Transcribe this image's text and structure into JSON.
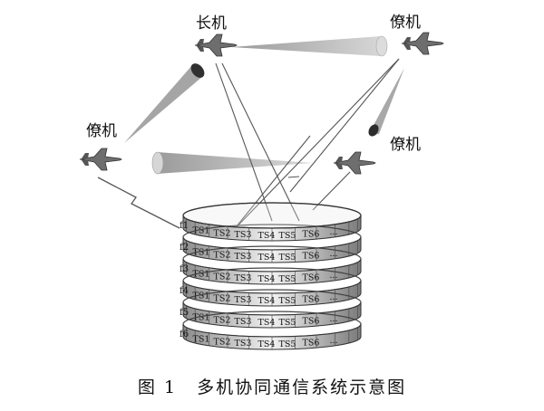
{
  "labels": {
    "leader": "长机",
    "wingman_top_right": "僚机",
    "wingman_left": "僚机",
    "wingman_right": "僚机"
  },
  "frequencies": [
    "f1",
    "f2",
    "f3",
    "f4",
    "f5",
    "f6"
  ],
  "slots": [
    "TS1",
    "TS2",
    "TS3",
    "TS4",
    "TS5",
    "TS6",
    "..."
  ],
  "caption": {
    "figure_no": "图 1",
    "title": "多机协同通信系统示意图"
  }
}
